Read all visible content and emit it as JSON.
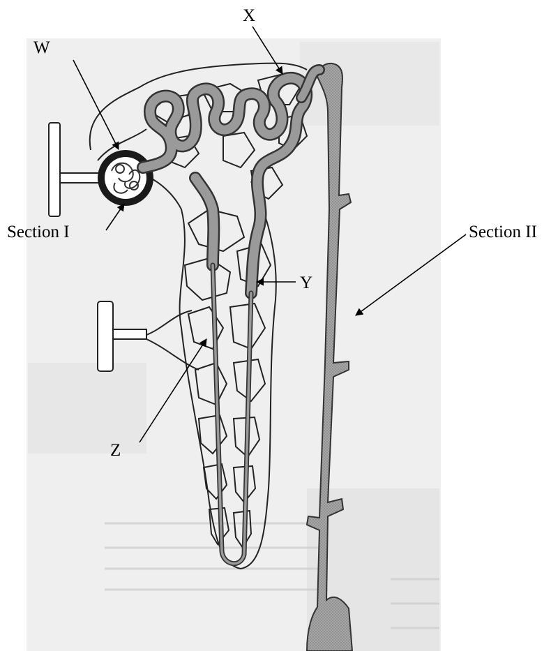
{
  "labels": {
    "w": "W",
    "x": "X",
    "y": "Y",
    "z": "Z",
    "section_1": "Section I",
    "section_2": "Section II"
  },
  "colors": {
    "background_scan": "#eeeeee",
    "tubule_fill": "#9a9a9a",
    "capillary_stroke": "#222222",
    "capsule_fill": "#1a1a1a",
    "line": "#000000"
  }
}
